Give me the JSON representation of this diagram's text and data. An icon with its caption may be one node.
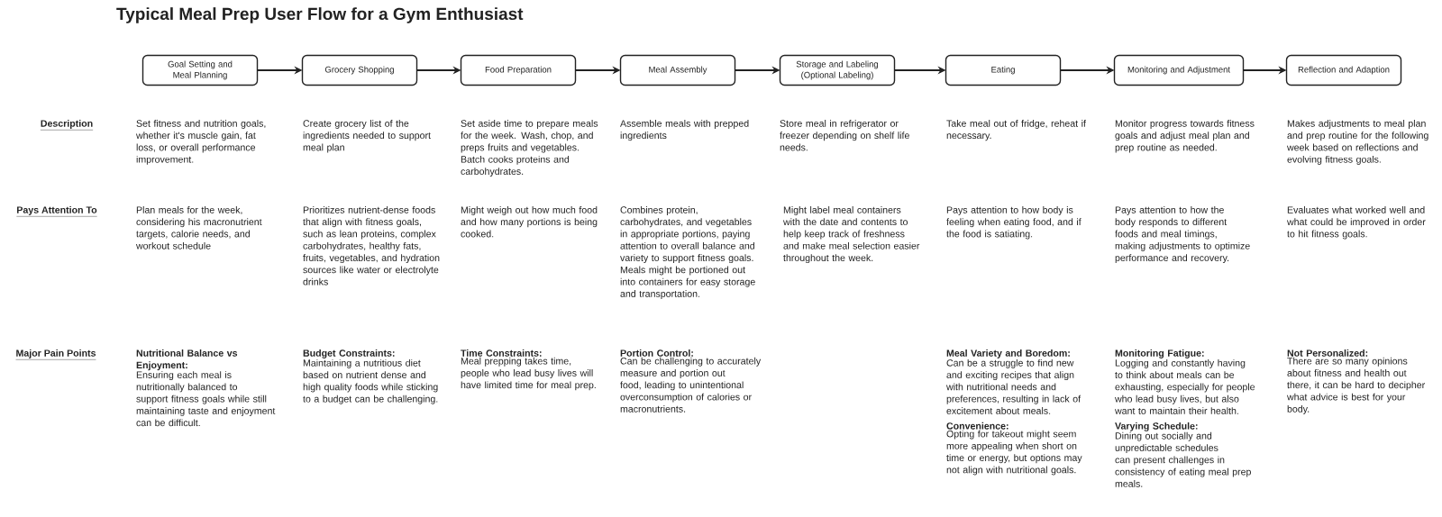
{
  "diagram": {
    "title": "Typical Meal Prep User Flow for a Gym Enthusiast",
    "nodes": [
      {
        "text": [
          "Goal Setting and Meal Planning"
        ]
      },
      {
        "text": [
          "Grocery Shopping"
        ]
      },
      {
        "text": [
          "Food Preparation"
        ]
      },
      {
        "text": [
          "Meal Assembly"
        ]
      },
      {
        "text": [
          "Storage and Labeling (Optional Labeling)"
        ]
      },
      {
        "text": [
          "Eating"
        ]
      },
      {
        "text": [
          "Monitoring and Adjustment"
        ]
      },
      {
        "text": [
          "Reflection and Adaption"
        ]
      }
    ],
    "edges": [
      {
        "from": 0,
        "to": 1,
        "arrow": "to"
      },
      {
        "from": 1,
        "to": 2,
        "arrow": "to"
      },
      {
        "from": 2,
        "to": 3,
        "arrow": "to"
      },
      {
        "from": 3,
        "to": 4,
        "arrow": "to"
      },
      {
        "from": 4,
        "to": 5,
        "arrow": "to"
      },
      {
        "from": 5,
        "to": 6,
        "arrow": "to"
      },
      {
        "from": 6,
        "to": 7,
        "arrow": "to"
      }
    ],
    "labels": [
      "Description",
      "Set fitness and nutrition goals, whether it's muscle gain, fat loss, or overall performance improvement.",
      "Create grocery list of the ingredients needed to support meal plan",
      "Set aside time to prepare meals for the week. Wash, chop, and preps fruits and vegetables. Batch cooks proteins and carbohydrates.",
      "Assemble meals with prepped ingredients",
      "Store meal in refrigerator or freezer depending on shelf life needs.",
      "Take meal out of fridge, reheat if necessary.",
      "Monitor progress towards fitness goals and adjust meal plan and prep routine as needed.",
      "Makes adjustments to meal plan and prep routine for the following week based on reflections and evolving fitness goals.",
      "Pays Attention To",
      "Plan meals for the week, considering his macronutrient targets, calorie needs, and workout schedule",
      "Prioritizes nutrient-dense foods that align with fitness goals, such as lean proteins, complex carbohydrates, healthy fats, fruits, vegetables, and hydration sources like water or electrolyte drinks",
      "Might weigh out how much food and how many portions is being cooked.",
      "Combines protein, carbohydrates, and vegetables in appropriate portions, paying attention to overall balance and variety to support fitness goals. Meals might be portioned out into containers for easy storage and transportation.",
      "Might label meal containers with the date and contents to help keep track of freshness and make meal selection easier throughout the week.",
      "Pays attention to how body is feeling when eating food, and if the food is satiating.",
      "Pays attention to how the body responds to different foods and meal timings, making adjustments to optimize performance and recovery.",
      "Evaluates what worked well and what could be improved in order to hit fitness goals.",
      "Major Pain Points",
      "Nutritional Balance vs Enjoyment:",
      "Ensuring each meal is nutritionally balanced to support fitness goals while still maintaining taste and enjoyment can be difficult.",
      "Budget Constraints:",
      "Maintaining a nutritious diet based on nutrient dense and high quality foods while sticking to a budget can be challenging.",
      "Time  Constraints:",
      "Meal prepping takes time, people who lead busy lives will have limited time for meal prep.",
      "Portion Control:",
      "Can be challenging to accurately measure and portion out food, leading to unintentional overconsumption of calories or macronutrients.",
      "Meal Variety and Boredom:",
      "Can be a struggle to find new and exciting recipes that align with nutritional needs and preferences, resulting in lack of excitement about meals.",
      "Convenience:",
      "Opting for takeout might seem more appealing when short on time or energy, but options may not align with nutritional goals.",
      "Monitoring Fatigue:",
      "Logging and constantly having to think about meals can be exhausting, especially for people who lead busy lives, but also want to maintain their health.",
      "Varying Schedule:",
      "Dining out socially and unpredictable schedules can present challenges in consistency of eating meal prep meals.",
      "Not Personalized:",
      "There are so many opinions about fitness and health out there, it can be hard to decipher what advice is best for your body."
    ]
  }
}
